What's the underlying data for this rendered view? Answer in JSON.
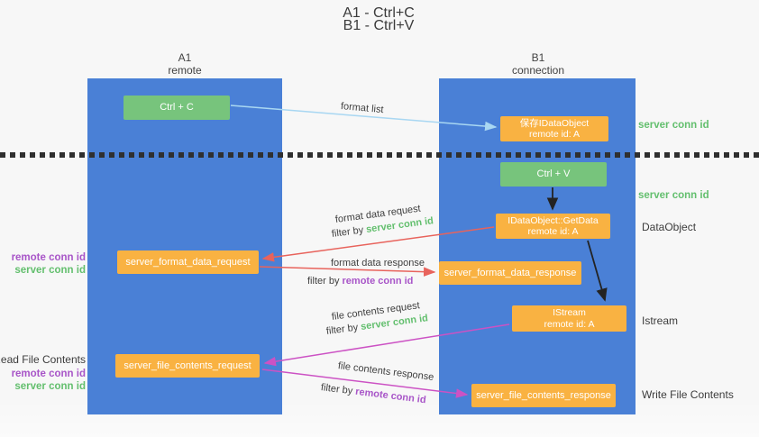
{
  "title": {
    "line1": "A1 - Ctrl+C",
    "line2": "B1 - Ctrl+V"
  },
  "lifelines": {
    "left": {
      "name": "A1",
      "role": "remote"
    },
    "right": {
      "name": "B1",
      "role": "connection"
    }
  },
  "nodes": {
    "ctrl_c": {
      "label": "Ctrl + C"
    },
    "save_dataobject": {
      "line1": "保存IDataObject",
      "line2": "remote id: A"
    },
    "ctrl_v": {
      "label": "Ctrl + V"
    },
    "getdata": {
      "line1": "IDataObject::GetData",
      "line2": "remote id: A"
    },
    "format_request": {
      "label": "server_format_data_request"
    },
    "format_response": {
      "label": "server_format_data_response"
    },
    "istream": {
      "line1": "IStream",
      "line2": "remote id: A"
    },
    "file_request": {
      "label": "server_file_contents_request"
    },
    "file_response": {
      "label": "server_file_contents_response"
    }
  },
  "annotations": {
    "server_conn_id_top": "server conn id",
    "server_conn_id_mid": "server conn id",
    "dataobject": "DataObject",
    "istream": "Istream",
    "write_file_contents": "Write File Contents",
    "read_file_contents": "Read File Contents",
    "left_pair1": {
      "remote": "remote conn id",
      "server": "server conn id"
    },
    "left_pair2": {
      "remote": "remote conn id",
      "server": "server conn id"
    }
  },
  "flows": {
    "format_list": "format list",
    "format_data_request": "format data request",
    "format_data_request_filter": {
      "prefix": "filter by",
      "key": "server conn id"
    },
    "format_data_response": "format data response",
    "format_data_response_filter": {
      "prefix": "filter by",
      "key": "remote conn id"
    },
    "file_contents_request": "file contents request",
    "file_contents_request_filter": {
      "prefix": "filter by",
      "key": "server conn id"
    },
    "file_contents_response": "file contents response",
    "file_contents_response_filter": {
      "prefix": "filter by",
      "key": "remote conn id"
    }
  },
  "colors": {
    "column_blue": "#4a80d6",
    "box_green": "#77c47c",
    "box_orange": "#f9b242",
    "label_green": "#63bf6e",
    "label_purple": "#a855c8",
    "arrow_red": "#e8635c",
    "arrow_magenta": "#cc52c4",
    "arrow_blue": "#a9d7f2",
    "arrow_black": "#232323",
    "text_dark": "#3c3c3c"
  }
}
